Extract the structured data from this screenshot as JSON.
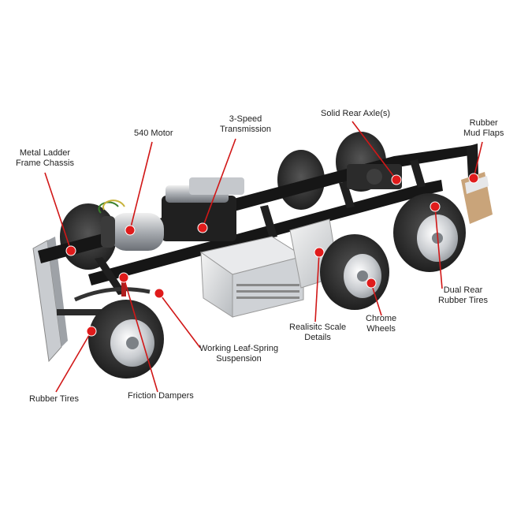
{
  "labels": {
    "metal_ladder_frame_chassis": [
      "Metal Ladder",
      "Frame Chassis"
    ],
    "motor_540": [
      "540 Motor"
    ],
    "transmission": [
      "3-Speed",
      "Transmission"
    ],
    "solid_rear_axle": [
      "Solid Rear Axle(s)"
    ],
    "rubber_mud_flaps": [
      "Rubber",
      "Mud Flaps"
    ],
    "dual_rear_rubber_tires": [
      "Dual Rear",
      "Rubber Tires"
    ],
    "chrome_wheels": [
      "Chrome",
      "Wheels"
    ],
    "realistic_scale_details": [
      "Realisitc Scale",
      "Details"
    ],
    "leaf_spring_suspension": [
      "Working Leaf-Spring",
      "Suspension"
    ],
    "friction_dampers": [
      "Friction Dampers"
    ],
    "rubber_tires": [
      "Rubber Tires"
    ]
  },
  "colors": {
    "callout_line": "#d11717",
    "callout_dot": "#e01b1b",
    "frame": "#161616",
    "tire": "#262626",
    "chrome": "#d7d9dc"
  }
}
